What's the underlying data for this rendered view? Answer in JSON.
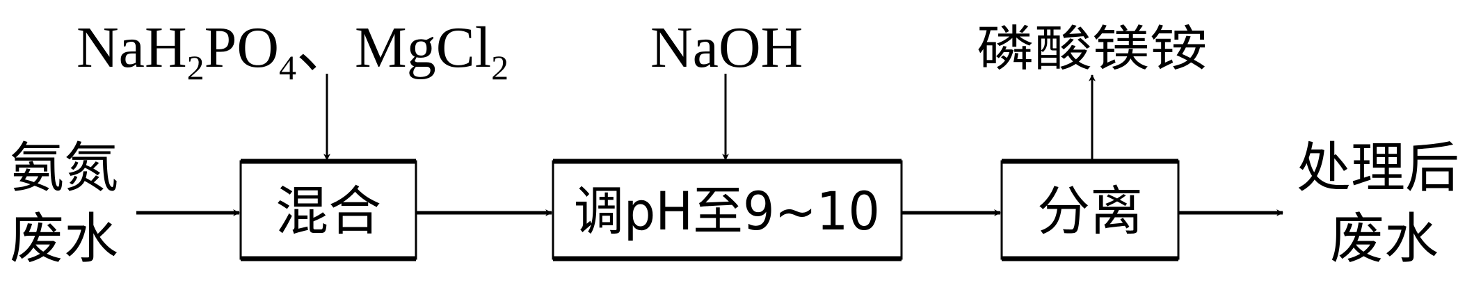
{
  "inputs": {
    "reagent1_main": "NaH",
    "reagent1_sub1": "2",
    "reagent1_mid": "PO",
    "reagent1_sub2": "4",
    "reagent1_sep": "、",
    "reagent1_mg": "MgCl",
    "reagent1_sub3": "2",
    "reagent2": "NaOH",
    "wastewater_line1": "氨氮",
    "wastewater_line2": "废水"
  },
  "steps": [
    {
      "label": "混合"
    },
    {
      "label": "调pH至9~10"
    },
    {
      "label": "分离"
    }
  ],
  "outputs": {
    "product": "磷酸镁铵",
    "treated_line1": "处理后",
    "treated_line2": "废水"
  }
}
